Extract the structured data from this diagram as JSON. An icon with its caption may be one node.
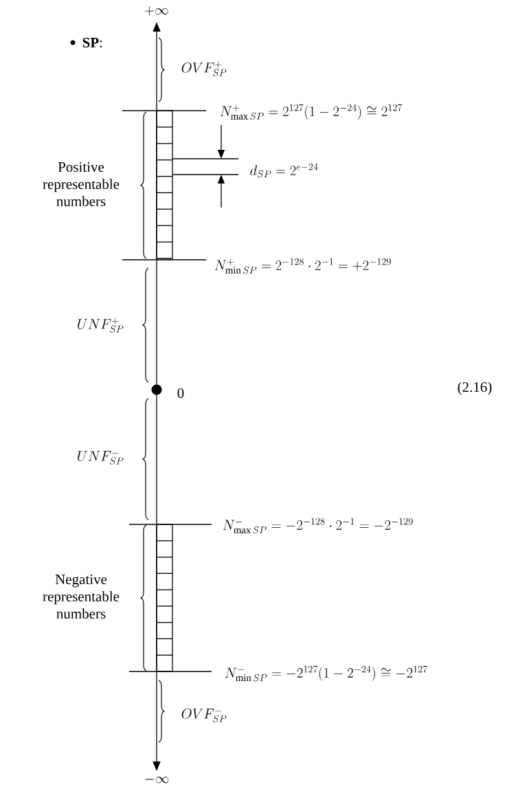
{
  "diagram": {
    "labels": [
      "+\\infty",
      "**SP**:",
      "OVF^{+}_{SP}",
      "N^{+}_{\\max SP} = 2^{127}(1-2^{-24}) \\cong 2^{127}",
      "Positive representable numbers",
      "d_{SP} = 2^{e-24}",
      "N^{+}_{\\min SP} = 2^{-128}\\cdot 2^{-1} = +2^{-129}",
      "UNF^{+}_{SP}",
      "0",
      "(2.16)",
      "UNF^{-}_{SP}",
      "N^{-}_{\\max SP} = -2^{-128}\\cdot 2^{-1} = -2^{-129}",
      "Negative representable numbers",
      "N^{-}_{\\min SP} = -2^{127}(1-2^{-24}) \\cong -2^{127}",
      "OVF^{-}_{SP}",
      "-\\infty"
    ]
  }
}
